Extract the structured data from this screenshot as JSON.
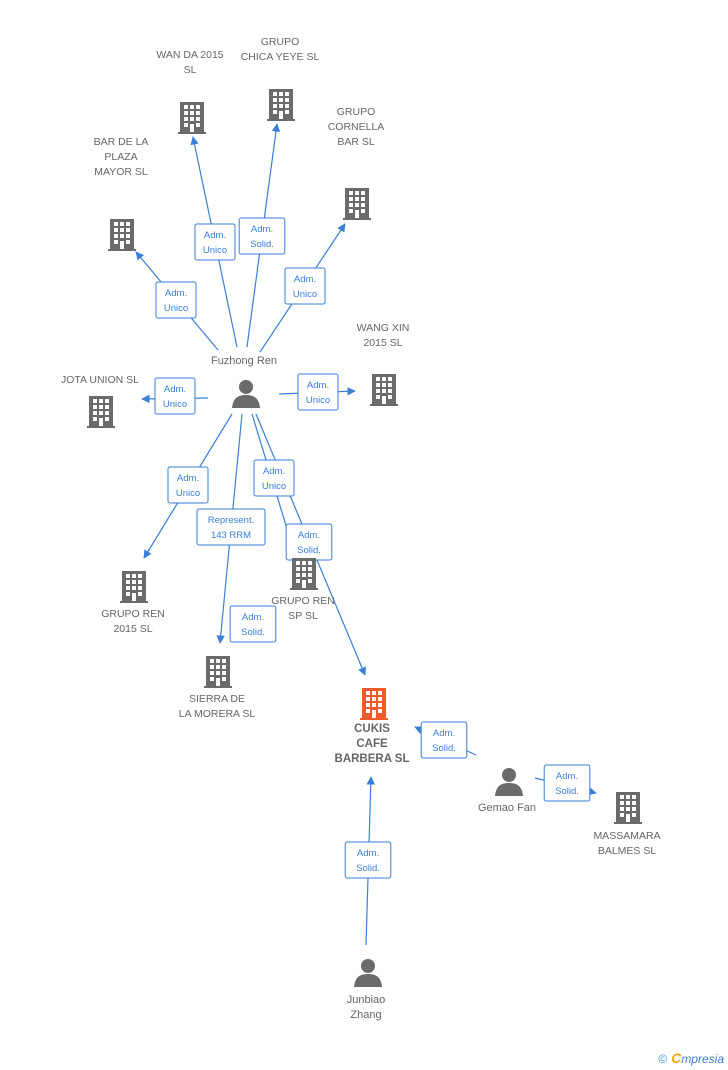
{
  "colors": {
    "edge": "#3a7fd5",
    "company": "#6b6b6b",
    "main_company": "#f05a28",
    "person": "#6b6b6b"
  },
  "companies": [
    {
      "id": "wanda",
      "lines": [
        "WAN DA 2015",
        "SL"
      ],
      "icon": "building-icon"
    },
    {
      "id": "chica",
      "lines": [
        "GRUPO",
        "CHICA YEYE  SL"
      ],
      "icon": "building-icon"
    },
    {
      "id": "cornella",
      "lines": [
        "GRUPO",
        "CORNELLA",
        "BAR  SL"
      ],
      "icon": "building-icon"
    },
    {
      "id": "bar",
      "lines": [
        "BAR DE LA",
        "PLAZA",
        "MAYOR  SL"
      ],
      "icon": "building-icon"
    },
    {
      "id": "wangxin",
      "lines": [
        "WANG XIN",
        "2015  SL"
      ],
      "icon": "building-icon"
    },
    {
      "id": "jota",
      "lines": [
        "JOTA UNION  SL"
      ],
      "icon": "building-icon"
    },
    {
      "id": "gren2015",
      "lines": [
        "GRUPO REN",
        "2015  SL"
      ],
      "icon": "building-icon"
    },
    {
      "id": "grensp",
      "lines": [
        "GRUPO REN",
        "SP  SL"
      ],
      "icon": "building-icon"
    },
    {
      "id": "sierra",
      "lines": [
        "SIERRA DE",
        "LA MORERA  SL"
      ],
      "icon": "building-icon"
    },
    {
      "id": "cukis",
      "lines": [
        "CUKIS",
        "CAFE",
        "BARBERA  SL"
      ],
      "icon": "building-icon",
      "main": true
    },
    {
      "id": "massamara",
      "lines": [
        "MASSAMARA",
        "BALMES  SL"
      ],
      "icon": "building-icon"
    }
  ],
  "persons": [
    {
      "id": "fuzhong",
      "lines": [
        "Fuzhong Ren"
      ],
      "icon": "person-icon"
    },
    {
      "id": "gemao",
      "lines": [
        "Gemao Fan"
      ],
      "icon": "person-icon"
    },
    {
      "id": "junbiao",
      "lines": [
        "Junbiao",
        "Zhang"
      ],
      "icon": "person-icon"
    }
  ],
  "edges": [
    {
      "id": "e-wanda",
      "from": "fuzhong",
      "to": "wanda",
      "label": [
        "Adm.",
        "Unico"
      ]
    },
    {
      "id": "e-chica",
      "from": "fuzhong",
      "to": "chica",
      "label": [
        "Adm.",
        "Solid."
      ]
    },
    {
      "id": "e-cornella",
      "from": "fuzhong",
      "to": "cornella",
      "label": [
        "Adm.",
        "Unico"
      ]
    },
    {
      "id": "e-bar",
      "from": "fuzhong",
      "to": "bar",
      "label": [
        "Adm.",
        "Unico"
      ]
    },
    {
      "id": "e-wangxin",
      "from": "fuzhong",
      "to": "wangxin",
      "label": [
        "Adm.",
        "Unico"
      ]
    },
    {
      "id": "e-jota",
      "from": "fuzhong",
      "to": "jota",
      "label": [
        "Adm.",
        "Unico"
      ]
    },
    {
      "id": "e-gren2015",
      "from": "fuzhong",
      "to": "gren2015",
      "label": [
        "Adm.",
        "Unico"
      ]
    },
    {
      "id": "e-sierra",
      "from": "fuzhong",
      "to": "sierra",
      "label": [
        "Represent.",
        "143 RRM"
      ]
    },
    {
      "id": "e-sierra2",
      "from": "fuzhong",
      "to": "sierra",
      "label": [
        "Adm.",
        "Solid."
      ]
    },
    {
      "id": "e-grensp",
      "from": "fuzhong",
      "to": "grensp",
      "label": [
        "Adm.",
        "Unico"
      ]
    },
    {
      "id": "e-cukis-f",
      "from": "fuzhong",
      "to": "cukis",
      "label": [
        "Adm.",
        "Solid."
      ]
    },
    {
      "id": "e-cukis-g",
      "from": "gemao",
      "to": "cukis",
      "label": [
        "Adm.",
        "Solid."
      ]
    },
    {
      "id": "e-massamara",
      "from": "gemao",
      "to": "massamara",
      "label": [
        "Adm.",
        "Solid."
      ]
    },
    {
      "id": "e-cukis-j",
      "from": "junbiao",
      "to": "cukis",
      "label": [
        "Adm.",
        "Solid."
      ]
    }
  ],
  "brand": {
    "copyright": "©",
    "first_letter": "C",
    "rest": "mpresia"
  }
}
